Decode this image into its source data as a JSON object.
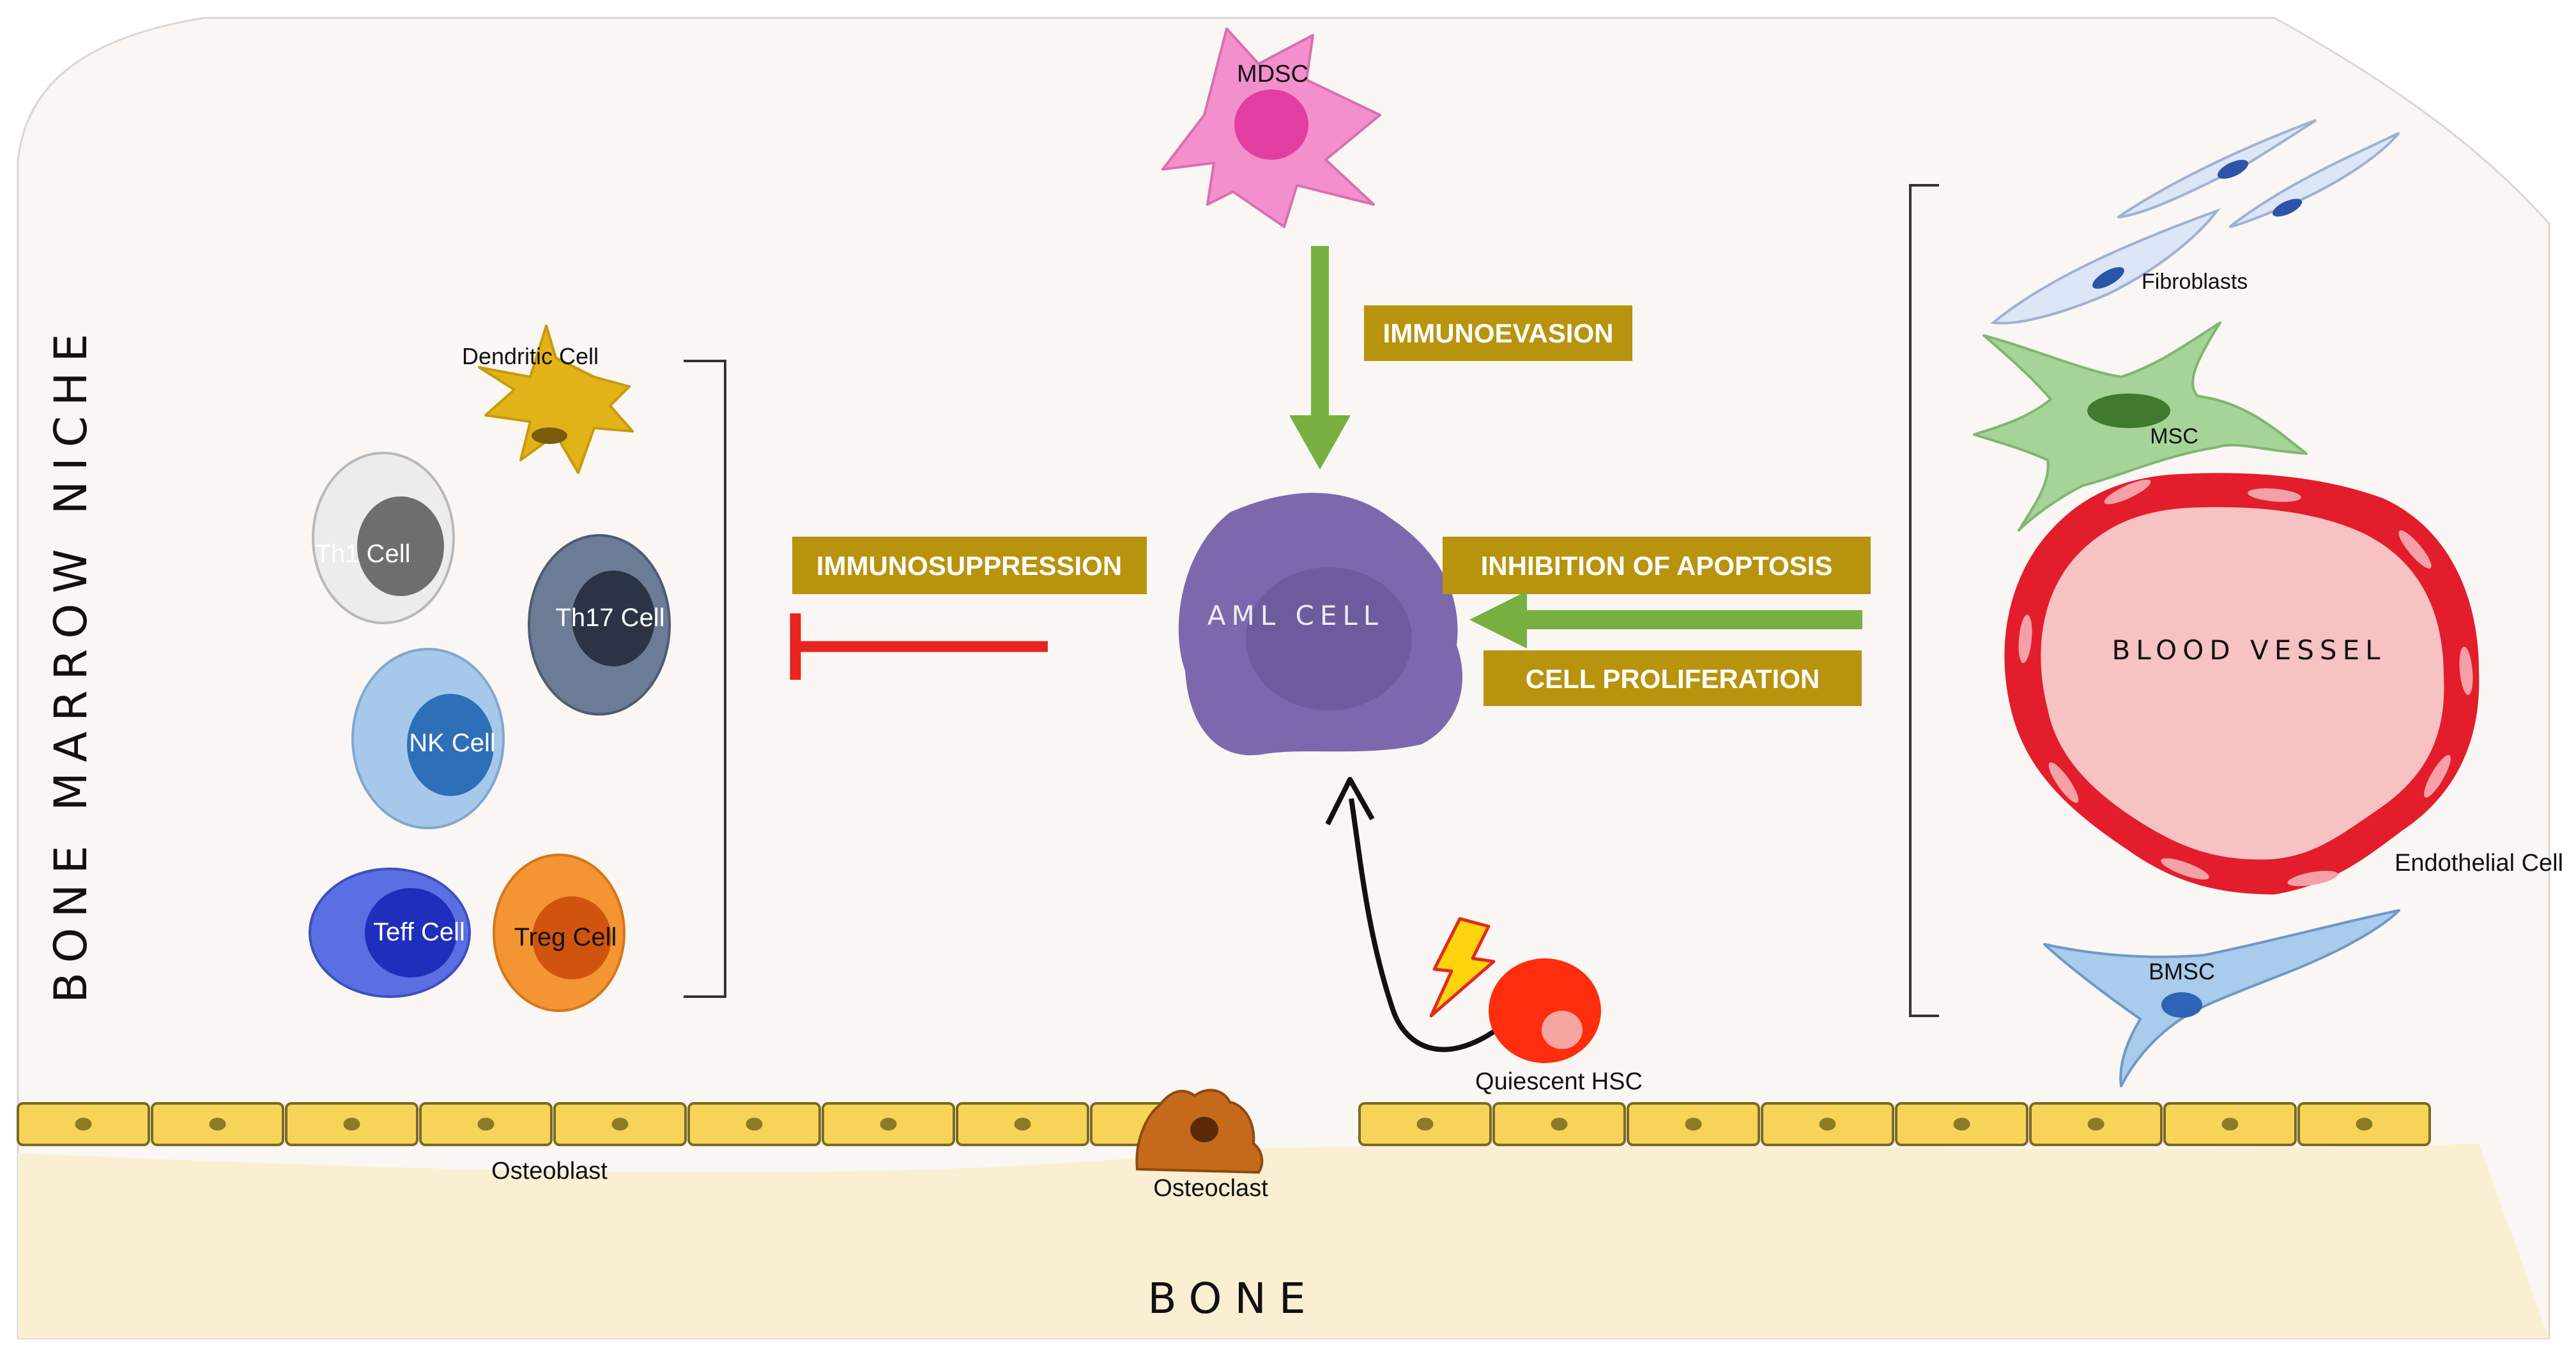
{
  "title_vertical": "BONE MARROW NICHE",
  "bone_label": "BONE",
  "colors": {
    "niche_bg": "#f9f6f3",
    "bone": "#fbefd3",
    "osteoblast_fill": "#f7d458",
    "osteoblast_stroke": "#7a6a25",
    "label_box": "#b8930e",
    "green_arrow": "#77b041",
    "red_inhibit": "#e8241f",
    "aml": "#7d68ad",
    "blood_vessel": "#e31d2b",
    "vessel_lumen": "#f6c2c2"
  },
  "immune_cells": {
    "dendritic": "Dendritic Cell",
    "th1": "Th1 Cell",
    "th17": "Th17 Cell",
    "nk": "NK Cell",
    "teff": "Teff Cell",
    "treg": "Treg Cell"
  },
  "center": {
    "mdsc": "MDSC",
    "aml_cell": "AML CELL",
    "quiescent_hsc": "Quiescent HSC"
  },
  "mechanisms": {
    "immunoevasion": "IMMUNOEVASION",
    "immunosuppression": "IMMUNOSUPPRESSION",
    "inhibition_of_apoptosis": "INHIBITION OF APOPTOSIS",
    "cell_proliferation": "CELL PROLIFERATION"
  },
  "stromal": {
    "fibroblasts": "Fibroblasts",
    "msc": "MSC",
    "blood_vessel": "BLOOD VESSEL",
    "endothelial": "Endothelial Cell",
    "bmsc": "BMSC"
  },
  "bone_cells": {
    "osteoblast": "Osteoblast",
    "osteoclast": "Osteoclast"
  }
}
